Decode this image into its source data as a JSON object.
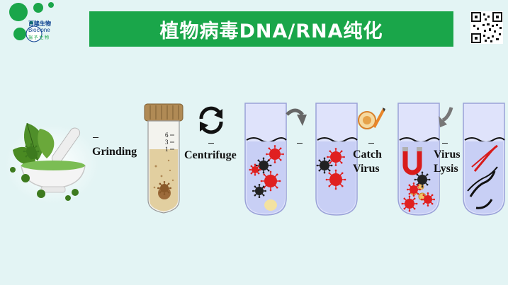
{
  "title": "植物病毒DNA/RNA纯化",
  "logo": {
    "chinese": "百隆生物",
    "english": "Bioclone",
    "sub": "瑞 予 生 物"
  },
  "steps": {
    "grinding": "Grinding",
    "centrifuge": "Centrifuge",
    "catch_virus": [
      "Catch",
      "Virus"
    ],
    "virus_lysis": [
      "Virus",
      "Lysis"
    ]
  },
  "tube_marks": [
    "6",
    "3",
    "1"
  ],
  "colors": {
    "title_bg": "#1aa64a",
    "background": "#e3f4f4",
    "virus_red": "#e02020",
    "virus_black": "#222222"
  }
}
